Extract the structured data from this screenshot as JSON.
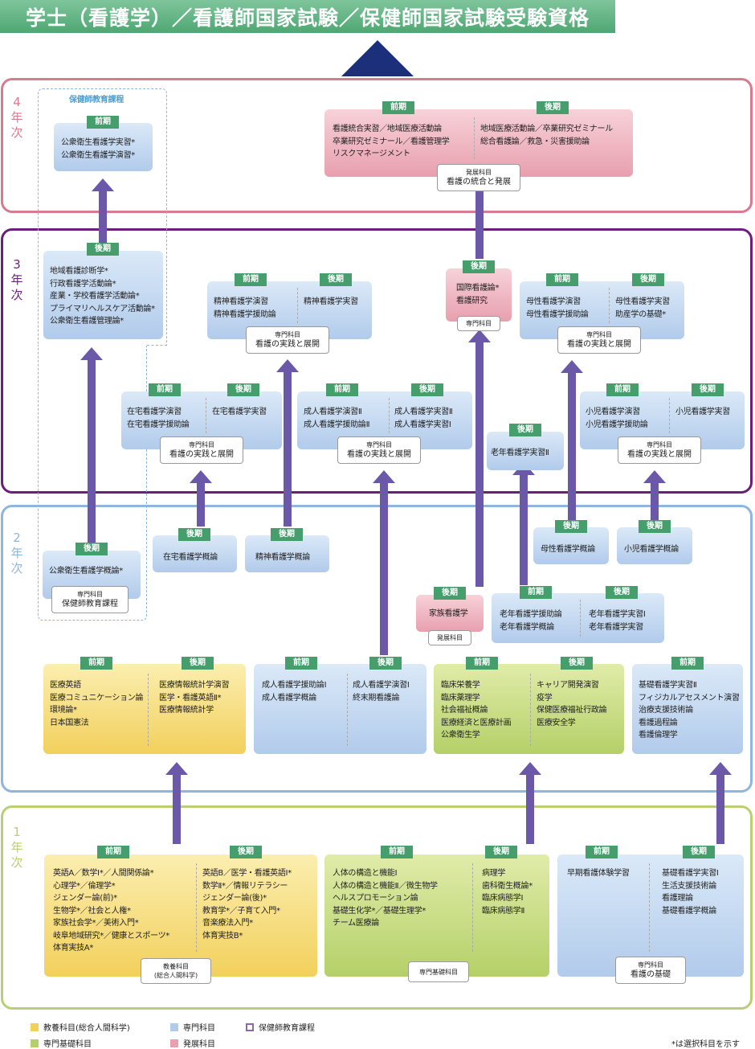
{
  "title": "学士（看護学）／看護師国家試験／保健師国家試験受験資格",
  "years": [
    "4年次",
    "3年次",
    "2年次",
    "1年次"
  ],
  "tags": {
    "early": "前期",
    "late": "後期"
  },
  "y4": {
    "ph_title": "保健師教育課程",
    "ph_courses": [
      "公衆衛生看護学実習*",
      "公衆衛生看護学演習*"
    ],
    "main_early": [
      "看護統合実習／地域医療活動論",
      "卒業研究ゼミナール／看護管理学",
      "リスクマネージメント"
    ],
    "main_late": [
      "地域医療活動論／卒業研究ゼミナール",
      "総合看護論／救急・災害援助論"
    ],
    "main_label_small": "発展科目",
    "main_label": "看護の統合と発展"
  },
  "y3": {
    "ph_courses": [
      "地域看護診断学*",
      "行政看護学活動論*",
      "産業・学校看護学活動論*",
      "プライマリヘルスケア活動論*",
      "公衆衛生看護管理論*"
    ],
    "psy_early": [
      "精神看護学演習",
      "精神看護学援助論"
    ],
    "psy_late": [
      "精神看護学実習"
    ],
    "intl": [
      "国際看護論*",
      "看護研究"
    ],
    "intl_label": "専門科目",
    "mat_early": [
      "母性看護学演習",
      "母性看護学援助論"
    ],
    "mat_late": [
      "母性看護学実習",
      "助産学の基礎*"
    ],
    "home_early": [
      "在宅看護学演習",
      "在宅看護学援助論"
    ],
    "home_late": [
      "在宅看護学実習"
    ],
    "adult_early": [
      "成人看護学演習Ⅱ",
      "成人看護学援助論Ⅱ"
    ],
    "adult_late": [
      "成人看護学実習Ⅱ",
      "成人看護学実習Ⅰ"
    ],
    "geri": "老年看護学実習Ⅱ",
    "child_early": [
      "小児看護学演習",
      "小児看護学援助論"
    ],
    "child_late": [
      "小児看護学実習"
    ],
    "label_small": "専門科目",
    "label": "看護の実践と展開"
  },
  "y2": {
    "home": "在宅看護学概論",
    "psy": "精神看護学概論",
    "mat": "母性看護学概論",
    "child": "小児看護学概論",
    "ph": "公衆衛生看護学概論*",
    "ph_label_small": "専門科目",
    "ph_label": "保健師教育課程",
    "family": "家族看護学",
    "family_label": "発展科目",
    "geri_early": [
      "老年看護学援助論",
      "老年看護学概論"
    ],
    "geri_late": [
      "老年看護学実習Ⅰ",
      "老年看護学実習"
    ],
    "gen_early": [
      "医療英語",
      "医療コミュニケーション論",
      "環境論*",
      "日本国憲法"
    ],
    "gen_late": [
      "医療情報統計学演習",
      "医学・看護英語Ⅱ*",
      "医療情報統計学"
    ],
    "adult_early": [
      "成人看護学援助論Ⅰ",
      "成人看護学概論"
    ],
    "adult_late": [
      "成人看護学演習Ⅰ",
      "終末期看護論"
    ],
    "basic_early": [
      "臨床栄養学",
      "臨床薬理学",
      "社会福祉概論",
      "医療経済と医療計画",
      "公衆衛生学"
    ],
    "basic_late": [
      "キャリア開発演習",
      "疫学",
      "保健医療福祉行政論",
      "医療安全学"
    ],
    "fund_early": [
      "基礎看護学実習Ⅱ",
      "フィジカルアセスメント演習",
      "治療支援技術論",
      "看護過程論",
      "看護倫理学"
    ]
  },
  "y1": {
    "gen_early": [
      "英語A／数学Ⅰ*／人間関係論*",
      "心理学*／倫理学*",
      "ジェンダー論(前)*",
      "生物学*／社会と人権*",
      "家族社会学*／美術入門*",
      "岐阜地域研究*／健康とスポーツ*",
      "体育実技A*"
    ],
    "gen_late": [
      "英語B／医学・看護英語Ⅰ*",
      "数学Ⅱ*／情報リテラシー",
      "ジェンダー論(後)*",
      "教育学*／子育て入門*",
      "音楽療法入門*",
      "体育実技B*"
    ],
    "gen_label_small": "教養科目",
    "gen_label": "(総合人間科学)",
    "bas_early": [
      "人体の構造と機能Ⅰ",
      "人体の構造と機能Ⅱ／微生物学",
      "ヘルスプロモーション論",
      "基礎生化学*／基礎生理学*",
      "チーム医療論"
    ],
    "bas_late": [
      "病理学",
      "歯科衛生概論*",
      "臨床病態学Ⅰ",
      "臨床病態学Ⅱ"
    ],
    "bas_label": "専門基礎科目",
    "fun_early": [
      "早期看護体験学習"
    ],
    "fun_late": [
      "基礎看護学実習Ⅰ",
      "生活支援技術論",
      "看護理論",
      "基礎看護学概論"
    ],
    "fun_label_small": "専門科目",
    "fun_label": "看護の基礎"
  },
  "legend": {
    "a": "教養科目(総合人間科学)",
    "b": "専門科目",
    "c": "保健師教育課程",
    "d": "専門基礎科目",
    "e": "発展科目",
    "note": "*は選択科目を示す"
  },
  "colors": {
    "y4": "#d97b8e",
    "y3": "#6b1f7d",
    "y2": "#8fb6de",
    "y1": "#b8cf74",
    "arrow": "#6b58a8"
  }
}
